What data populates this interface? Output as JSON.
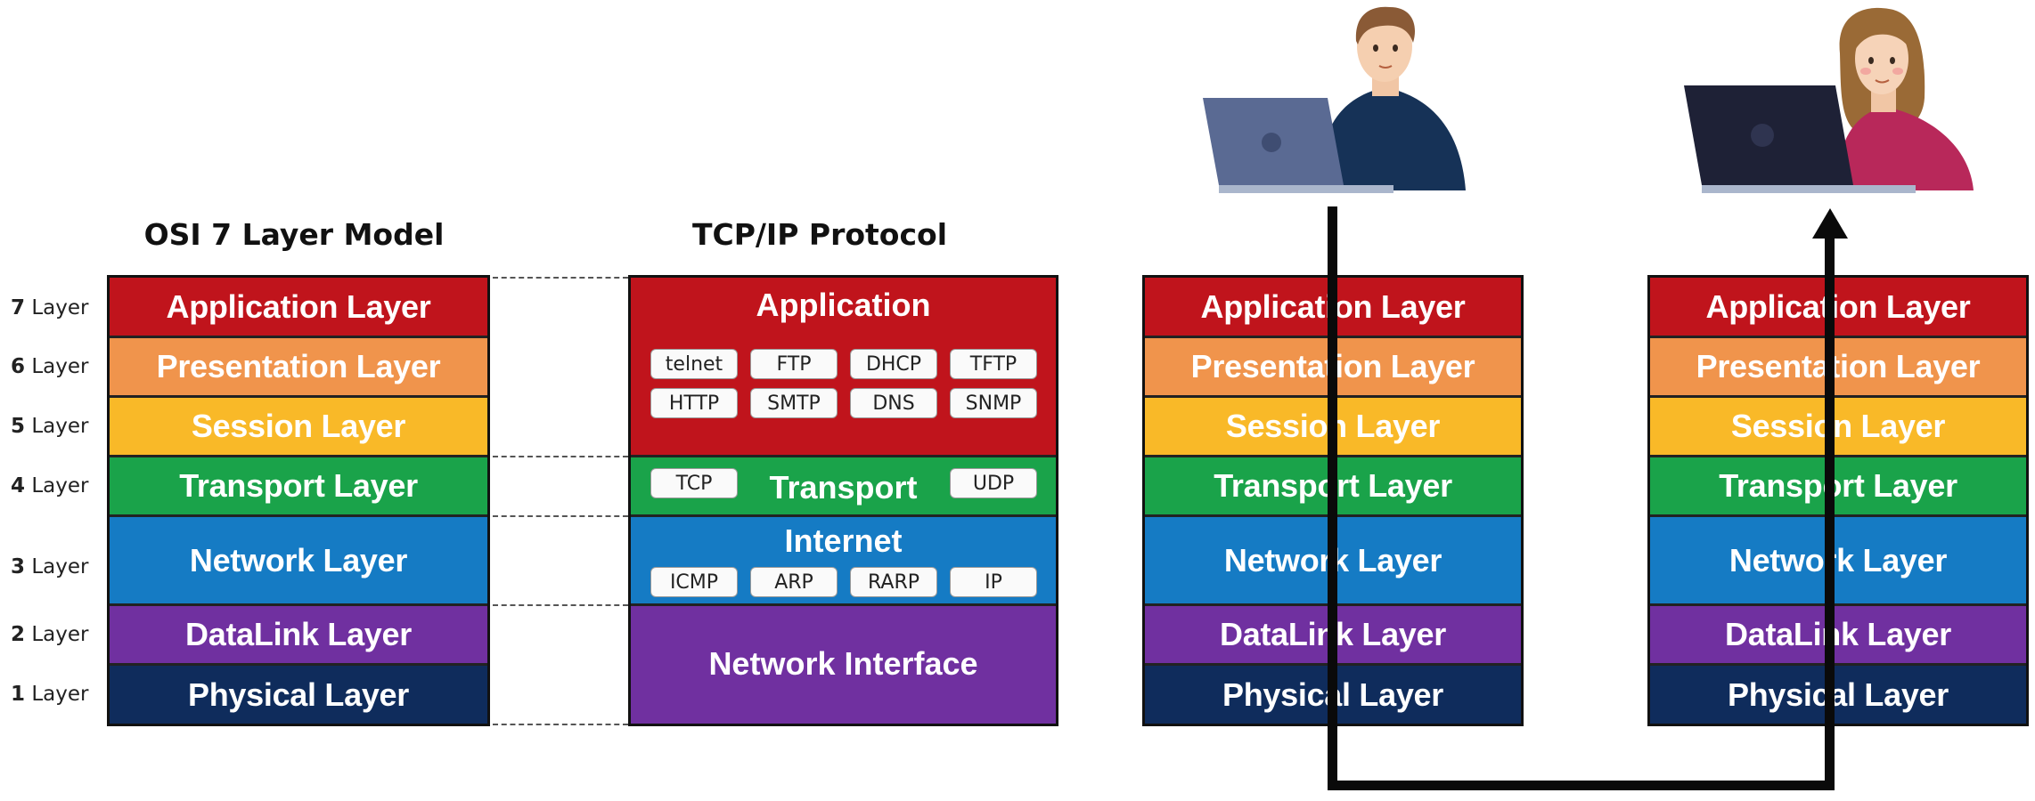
{
  "colors": {
    "application": "#c0141c",
    "presentation": "#f0944c",
    "session": "#f9b928",
    "transport": "#1aa34a",
    "network": "#157bc4",
    "datalink": "#7030a0",
    "physical": "#0f2c5c"
  },
  "osi": {
    "title": "OSI 7 Layer Model",
    "row_labels": [
      {
        "num": "7",
        "word": "Layer"
      },
      {
        "num": "6",
        "word": "Layer"
      },
      {
        "num": "5",
        "word": "Layer"
      },
      {
        "num": "4",
        "word": "Layer"
      },
      {
        "num": "3",
        "word": "Layer"
      },
      {
        "num": "2",
        "word": "Layer"
      },
      {
        "num": "1",
        "word": "Layer"
      }
    ],
    "layers": [
      "Application Layer",
      "Presentation Layer",
      "Session Layer",
      "Transport Layer",
      "Network Layer",
      "DataLink Layer",
      "Physical Layer"
    ]
  },
  "tcpip": {
    "title": "TCP/IP Protocol",
    "application": {
      "label": "Application",
      "protocols": [
        "telnet",
        "FTP",
        "DHCP",
        "TFTP",
        "HTTP",
        "SMTP",
        "DNS",
        "SNMP"
      ]
    },
    "transport": {
      "label": "Transport",
      "protocols": [
        "TCP",
        "UDP"
      ]
    },
    "internet": {
      "label": "Internet",
      "protocols": [
        "ICMP",
        "ARP",
        "RARP",
        "IP"
      ]
    },
    "network_interface": {
      "label": "Network Interface"
    }
  },
  "sender_stack": [
    "Application Layer",
    "Presentation Layer",
    "Session Layer",
    "Transport Layer",
    "Network Layer",
    "DataLink Layer",
    "Physical Layer"
  ],
  "receiver_stack": [
    "Application Layer",
    "Presentation Layer",
    "Session Layer",
    "Transport Layer",
    "Network Layer",
    "DataLink Layer",
    "Physical Layer"
  ],
  "icons": {
    "sender": "man-with-laptop-icon",
    "receiver": "woman-with-laptop-icon"
  }
}
